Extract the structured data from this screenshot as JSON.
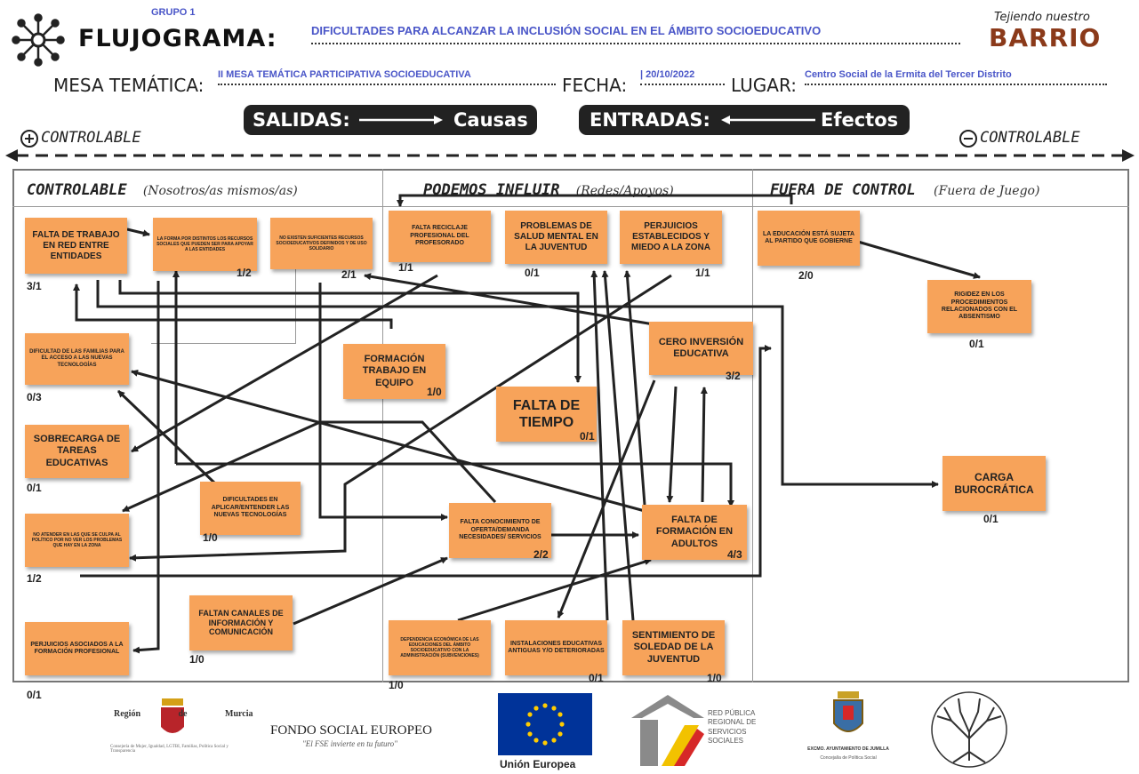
{
  "header": {
    "group": "GRUPO 1",
    "title": "FLUJOGRAMA:",
    "subject": "DIFICULTADES PARA ALCANZAR LA INCLUSIÓN SOCIAL EN EL ÁMBITO SOCIOEDUCATIVO",
    "mesa_label": "MESA TEMÁTICA:",
    "mesa_value": "II MESA TEMÁTICA PARTICIPATIVA SOCIOEDUCATIVA",
    "fecha_label": "FECHA:",
    "fecha_value": "| 20/10/2022",
    "lugar_label": "LUGAR:",
    "lugar_value": "Centro Social de la Ermita del Tercer Distrito",
    "brand_top": "Tejiendo nuestro",
    "brand_bottom": "BARRIO"
  },
  "legend": {
    "salidas_label": "SALIDAS:",
    "salidas_value": "Causas",
    "entradas_label": "ENTRADAS:",
    "entradas_value": "Efectos",
    "left_scale": "CONTROLABLE",
    "right_scale": "CONTROLABLE"
  },
  "columns": [
    {
      "title": "CONTROLABLE",
      "subtitle": "(Nosotros/as mismos/as)"
    },
    {
      "title": "PODEMOS INFLUIR",
      "subtitle": "(Redes/Apoyos)"
    },
    {
      "title": "FUERA DE CONTROL",
      "subtitle": "(Fuera de Juego)"
    }
  ],
  "notes": [
    {
      "id": "n1",
      "text": "FALTA DE TRABAJO EN RED ENTRE ENTIDADES",
      "score": "3/1"
    },
    {
      "id": "n2",
      "text": "LA FORMA POR DISTINTOS LOS RECURSOS SOCIALES QUE PUEDEN SER PARA APOYAR A LAS ENTIDADES",
      "score": "1/2"
    },
    {
      "id": "n3",
      "text": "NO EXISTEN SUFICIENTES RECURSOS SOCIOEDUCATIVOS DEFINIDOS Y DE USO SOLIDARIO",
      "score": "2/1"
    },
    {
      "id": "n4",
      "text": "DIFICULTAD DE LAS FAMILIAS PARA EL ACCESO A LAS NUEVAS TECNOLOGÍAS",
      "score": "0/3"
    },
    {
      "id": "n5",
      "text": "SOBRECARGA DE TAREAS EDUCATIVAS",
      "score": "0/1"
    },
    {
      "id": "n6",
      "text": "DIFICULTADES EN APLICAR/ENTENDER LAS NUEVAS TECNOLOGÍAS",
      "score": "1/0"
    },
    {
      "id": "n7",
      "text": "NO ATENDER EN LAS QUE SE CULPA AL POLÍTICO POR NO VER LOS PROBLEMAS QUE HAY EN LA ZONA",
      "score": "1/2"
    },
    {
      "id": "n8",
      "text": "PERJUICIOS ASOCIADOS A LA FORMACIÓN PROFESIONAL",
      "score": "0/1"
    },
    {
      "id": "n9",
      "text": "FORMACIÓN TRABAJO EN EQUIPO",
      "score": "1/0"
    },
    {
      "id": "n10",
      "text": "FALTAN CANALES DE INFORMACIÓN Y COMUNICACIÓN",
      "score": "1/0"
    },
    {
      "id": "n11",
      "text": "FALTA RECICLAJE PROFESIONAL DEL PROFESORADO",
      "score": "1/1"
    },
    {
      "id": "n12",
      "text": "PROBLEMAS DE SALUD MENTAL EN LA JUVENTUD",
      "score": "0/1"
    },
    {
      "id": "n13",
      "text": "PERJUICIOS ESTABLECIDOS Y MIEDO A LA ZONA",
      "score": "1/1"
    },
    {
      "id": "n14",
      "text": "CERO INVERSIÓN EDUCATIVA",
      "score": "3/2"
    },
    {
      "id": "n15",
      "text": "FALTA DE TIEMPO",
      "score": "0/1"
    },
    {
      "id": "n16",
      "text": "FALTA CONOCIMIENTO DE OFERTA/DEMANDA NECESIDADES/ SERVICIOS",
      "score": "2/2"
    },
    {
      "id": "n17",
      "text": "FALTA DE FORMACIÓN EN ADULTOS",
      "score": "4/3"
    },
    {
      "id": "n18",
      "text": "DEPENDENCIA ECONÓMICA DE LAS EDUCACIONES DEL ÁMBITO SOCIOEDUCATIVO CON LA ADMINISTRACIÓN (SUBVENCIONES)",
      "score": "1/0"
    },
    {
      "id": "n19",
      "text": "INSTALACIONES EDUCATIVAS ANTIGUAS Y/O DETERIORADAS",
      "score": "0/1"
    },
    {
      "id": "n20",
      "text": "SENTIMIENTO DE SOLEDAD DE LA JUVENTUD",
      "score": "1/0"
    },
    {
      "id": "n21",
      "text": "LA EDUCACIÓN ESTÁ SUJETA AL PARTIDO QUE GOBIERNE",
      "score": "2/0"
    },
    {
      "id": "n22",
      "text": "RIGIDEZ EN LOS PROCEDIMIENTOS RELACIONADOS CON EL ABSENTISMO",
      "score": "0/1"
    },
    {
      "id": "n23",
      "text": "CARGA BUROCRÁTICA",
      "score": "0/1"
    }
  ],
  "footer": {
    "murcia": "Región de Murcia",
    "murcia_sub": "Consejería de Mujer, Igualdad, LGTBI, Familias, Política Social y Transparencia",
    "fse": "FONDO SOCIAL EUROPEO",
    "fse_sub": "\"El FSE invierte en tu futuro\"",
    "ue": "Unión Europea",
    "red": "RED PÚBLICA REGIONAL DE SERVICIOS SOCIALES",
    "jumilla": "EXCMO. AYUNTAMIENTO DE JUMILLA",
    "jumilla_sub": "Concejalía de Política Social"
  },
  "colors": {
    "note": "#f7a35a",
    "accent": "#4a56c8",
    "ink": "#222222"
  }
}
